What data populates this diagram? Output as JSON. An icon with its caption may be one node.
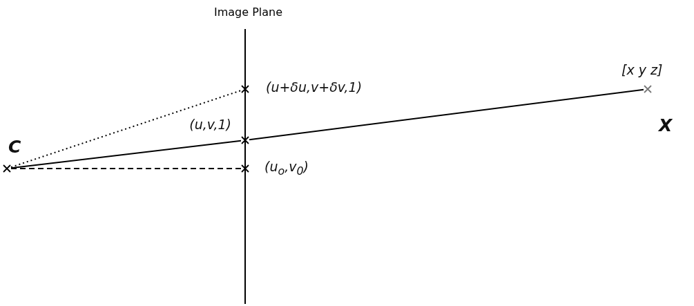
{
  "diagram": {
    "nodes": [
      {
        "text": [
          "C"
        ]
      },
      {
        "text": [
          "(u+δu,v+δv,1)"
        ]
      },
      {
        "text": [
          "(u,v,1)"
        ]
      },
      {
        "text": [
          "(u$_{o}$,v$_{0}$)"
        ]
      },
      {
        "text": [
          "[x y z]"
        ],
        "beside": [
          "X"
        ]
      }
    ],
    "edges": [
      {
        "from": 0,
        "to": 1,
        "arrow": "none",
        "style": "dashed"
      },
      {
        "from": 0,
        "to": 2,
        "arrow": "none"
      },
      {
        "from": 2,
        "to": 4,
        "arrow": "none"
      },
      {
        "from": 0,
        "to": 3,
        "arrow": "none",
        "style": "dashed"
      }
    ],
    "labels": [
      "Image Plane"
    ]
  }
}
